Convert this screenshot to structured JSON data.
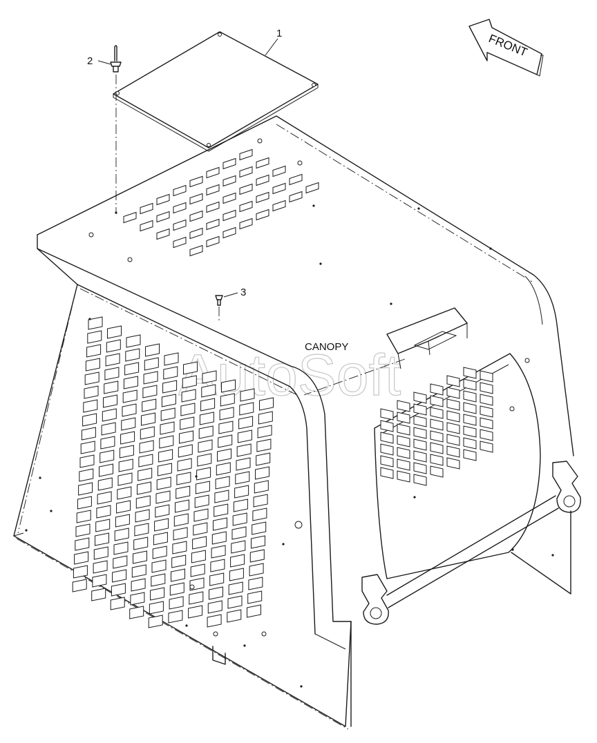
{
  "diagram": {
    "callouts": [
      {
        "id": "1",
        "label": "1"
      },
      {
        "id": "2",
        "label": "2"
      },
      {
        "id": "3",
        "label": "3"
      }
    ],
    "part_label": "CANOPY",
    "direction_arrow": "FRONT",
    "watermark": "AutoSoft",
    "line_color": "#1a1a1a",
    "background": "#ffffff"
  }
}
